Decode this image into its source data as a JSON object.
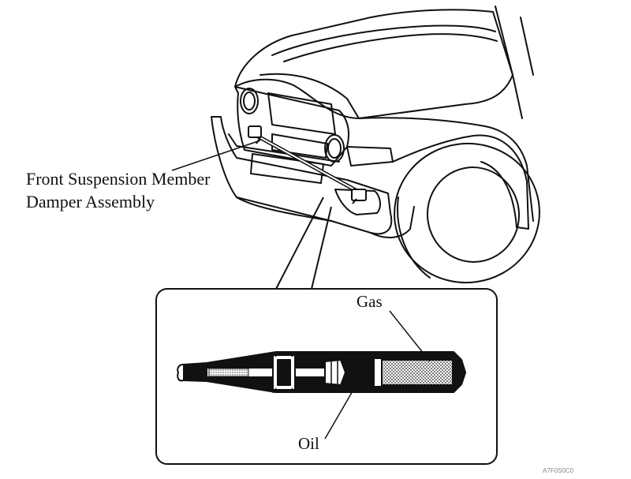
{
  "labels": {
    "part_name_line1": "Front Suspension Member",
    "part_name_line2": "Damper Assembly",
    "gas": "Gas",
    "oil": "Oil",
    "figure_code": "A7F0S0C0"
  }
}
